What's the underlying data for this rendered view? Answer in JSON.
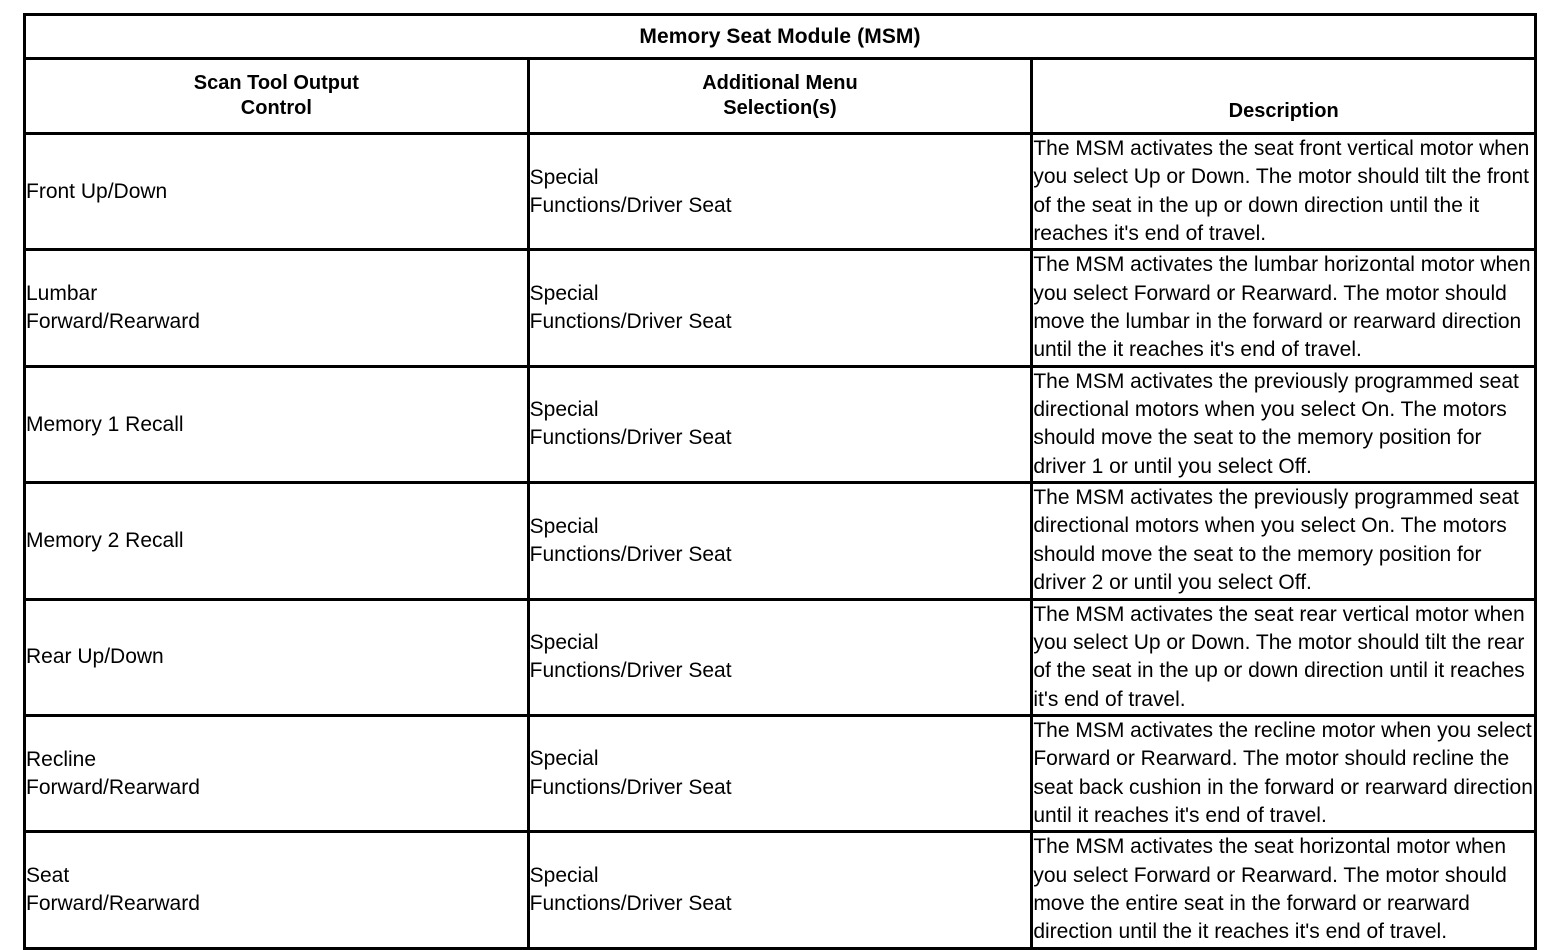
{
  "table": {
    "title": "Memory Seat Module (MSM)",
    "columns": [
      "Scan Tool Output Control",
      "Additional Menu Selection(s)",
      "Description"
    ],
    "column_header_lines": {
      "control": [
        "Scan Tool Output",
        "Control"
      ],
      "menu": [
        "Additional Menu",
        "Selection(s)"
      ],
      "description": [
        "Description"
      ]
    },
    "rows": [
      {
        "control": "Front Up/Down",
        "control_lines": [
          "Front Up/Down"
        ],
        "menu": "Special Functions/Driver Seat",
        "menu_lines": [
          "Special",
          "Functions/Driver Seat"
        ],
        "description": "The MSM activates the seat front vertical motor when you select Up or Down. The motor should tilt the front of the seat in the up or down direction until the it reaches it's end of travel."
      },
      {
        "control": "Lumbar Forward/Rearward",
        "control_lines": [
          "Lumbar",
          "Forward/Rearward"
        ],
        "menu": "Special Functions/Driver Seat",
        "menu_lines": [
          "Special",
          "Functions/Driver Seat"
        ],
        "description": "The MSM activates the lumbar horizontal motor when you select Forward or Rearward. The motor should move the lumbar in the forward or rearward direction until the it reaches it's end of travel."
      },
      {
        "control": "Memory 1 Recall",
        "control_lines": [
          "Memory 1 Recall"
        ],
        "menu": "Special Functions/Driver Seat",
        "menu_lines": [
          "Special",
          "Functions/Driver Seat"
        ],
        "description": "The MSM activates the previously programmed seat directional motors when you select On. The motors should move the seat to the memory position for driver 1 or until you select Off."
      },
      {
        "control": "Memory 2 Recall",
        "control_lines": [
          "Memory 2 Recall"
        ],
        "menu": "Special Functions/Driver Seat",
        "menu_lines": [
          "Special",
          "Functions/Driver Seat"
        ],
        "description": "The MSM activates the previously programmed seat directional motors when you select On. The motors should move the seat to the memory position for driver 2 or until you select Off."
      },
      {
        "control": "Rear Up/Down",
        "control_lines": [
          "Rear Up/Down"
        ],
        "menu": "Special Functions/Driver Seat",
        "menu_lines": [
          "Special",
          "Functions/Driver Seat"
        ],
        "description": "The MSM activates the seat rear vertical motor when you select Up or Down. The motor should tilt the rear of the seat in the up or down direction until it reaches it's end of travel."
      },
      {
        "control": "Recline Forward/Rearward",
        "control_lines": [
          "Recline",
          "Forward/Rearward"
        ],
        "menu": "Special Functions/Driver Seat",
        "menu_lines": [
          "Special",
          "Functions/Driver Seat"
        ],
        "description": "The MSM activates the recline motor when you select Forward or Rearward. The motor should recline the seat back cushion in the forward or rearward direction until it reaches it's end of travel."
      },
      {
        "control": "Seat Forward/Rearward",
        "control_lines": [
          "Seat",
          "Forward/Rearward"
        ],
        "menu": "Special Functions/Driver Seat",
        "menu_lines": [
          "Special",
          "Functions/Driver Seat"
        ],
        "description": "The MSM activates the seat horizontal motor when you select Forward or Rearward. The motor should move the entire seat in the forward or rearward direction until the it reaches it's end of travel."
      }
    ]
  },
  "colors": {
    "border": "#000000",
    "text": "#000000",
    "background": "#ffffff"
  }
}
